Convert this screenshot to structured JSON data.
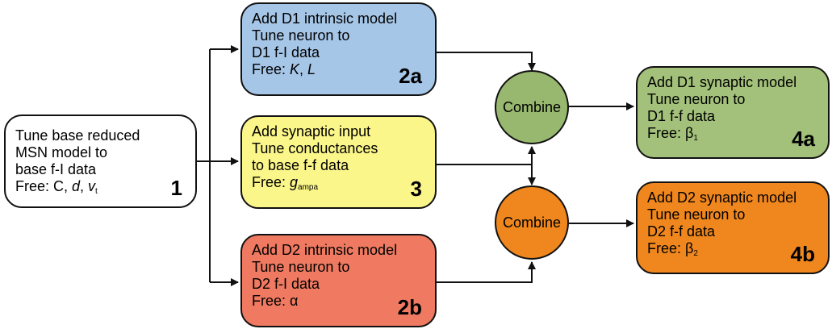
{
  "colors": {
    "base": "#ffffff",
    "d1_intrinsic": "#a6c6e8",
    "synaptic": "#fbf68a",
    "d2_intrinsic": "#ef7a61",
    "combine_d1": "#97b86e",
    "combine_d2": "#f0871e",
    "d1_synaptic": "#a3c17a",
    "d2_synaptic": "#f0871e",
    "stroke": "#111111"
  },
  "boxes": {
    "base": {
      "lines": [
        "Tune base reduced",
        "MSN model to",
        "base f-I data"
      ],
      "free_prefix": "Free: C, ",
      "free_params": [
        "d",
        "v"
      ],
      "free_sub": "t",
      "number": "1"
    },
    "d1_intrinsic": {
      "lines": [
        "Add D1 intrinsic model",
        "Tune neuron to",
        "D1 f-I data"
      ],
      "free_prefix": "Free: ",
      "free_params": [
        "K",
        "L"
      ],
      "number": "2a"
    },
    "synaptic": {
      "lines": [
        "Add synaptic input",
        "Tune conductances",
        "to base f-f data"
      ],
      "free_prefix": "Free: ",
      "free_param": "g",
      "free_sub": "ampa",
      "number": "3"
    },
    "d2_intrinsic": {
      "lines": [
        "Add D2 intrinsic model",
        "Tune neuron to",
        "D2 f-I data"
      ],
      "free_prefix": "Free: ",
      "free_param": "α",
      "number": "2b"
    },
    "d1_synaptic": {
      "lines": [
        "Add D1 synaptic model",
        "Tune neuron to",
        "D1 f-f data"
      ],
      "free_prefix": "Free: ",
      "free_param": "β",
      "free_sub": "1",
      "number": "4a"
    },
    "d2_synaptic": {
      "lines": [
        "Add D2 synaptic model",
        "Tune neuron to",
        "D2 f-f data"
      ],
      "free_prefix": "Free: ",
      "free_param": "β",
      "free_sub": "2",
      "number": "4b"
    }
  },
  "combine_d1": {
    "label": "Combine"
  },
  "combine_d2": {
    "label": "Combine"
  }
}
